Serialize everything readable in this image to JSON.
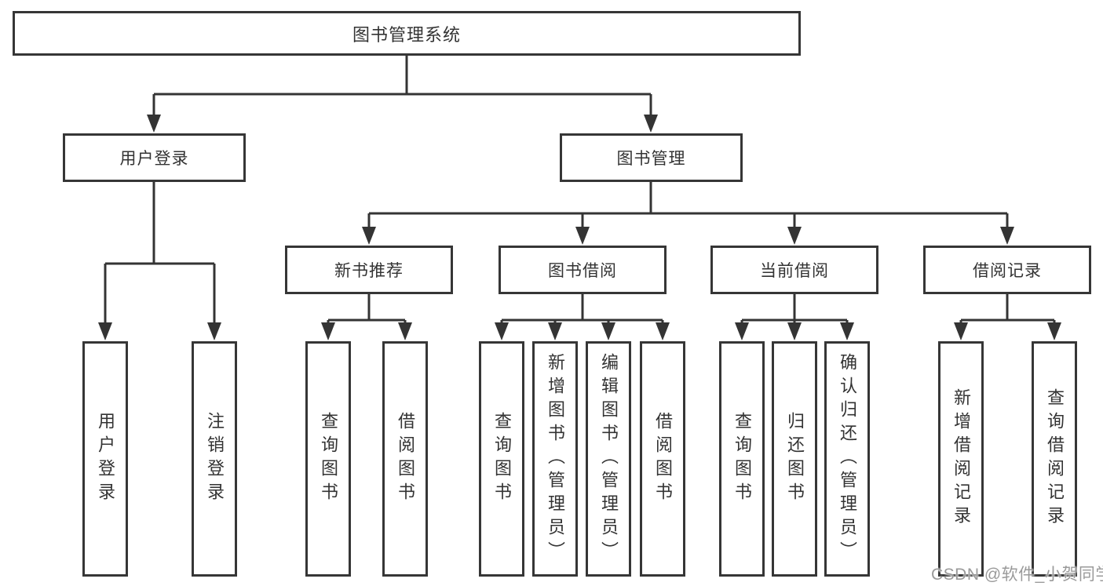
{
  "colors": {
    "background": "#ffffff",
    "line": "#343434",
    "box_border": "#363636",
    "text": "#333333",
    "watermark_text": "#9a9a9a"
  },
  "watermark": {
    "text": "CSDN @软件_小贺同学"
  },
  "tree": {
    "root": {
      "label": "图书管理系统"
    },
    "branches": [
      {
        "label": "用户登录",
        "children": [
          {
            "label": "用户登录"
          },
          {
            "label": "注销登录"
          }
        ]
      },
      {
        "label": "图书管理",
        "children": [
          {
            "label": "新书推荐",
            "children": [
              {
                "label": "查询图书"
              },
              {
                "label": "借阅图书"
              }
            ]
          },
          {
            "label": "图书借阅",
            "children": [
              {
                "label": "查询图书"
              },
              {
                "label": "新增图书（管理员）"
              },
              {
                "label": "编辑图书（管理员）"
              },
              {
                "label": "借阅图书"
              }
            ]
          },
          {
            "label": "当前借阅",
            "children": [
              {
                "label": "查询图书"
              },
              {
                "label": "归还图书"
              },
              {
                "label": "确认归还（管理员）"
              }
            ]
          },
          {
            "label": "借阅记录",
            "children": [
              {
                "label": "新增借阅记录"
              },
              {
                "label": "查询借阅记录"
              }
            ]
          }
        ]
      }
    ]
  }
}
